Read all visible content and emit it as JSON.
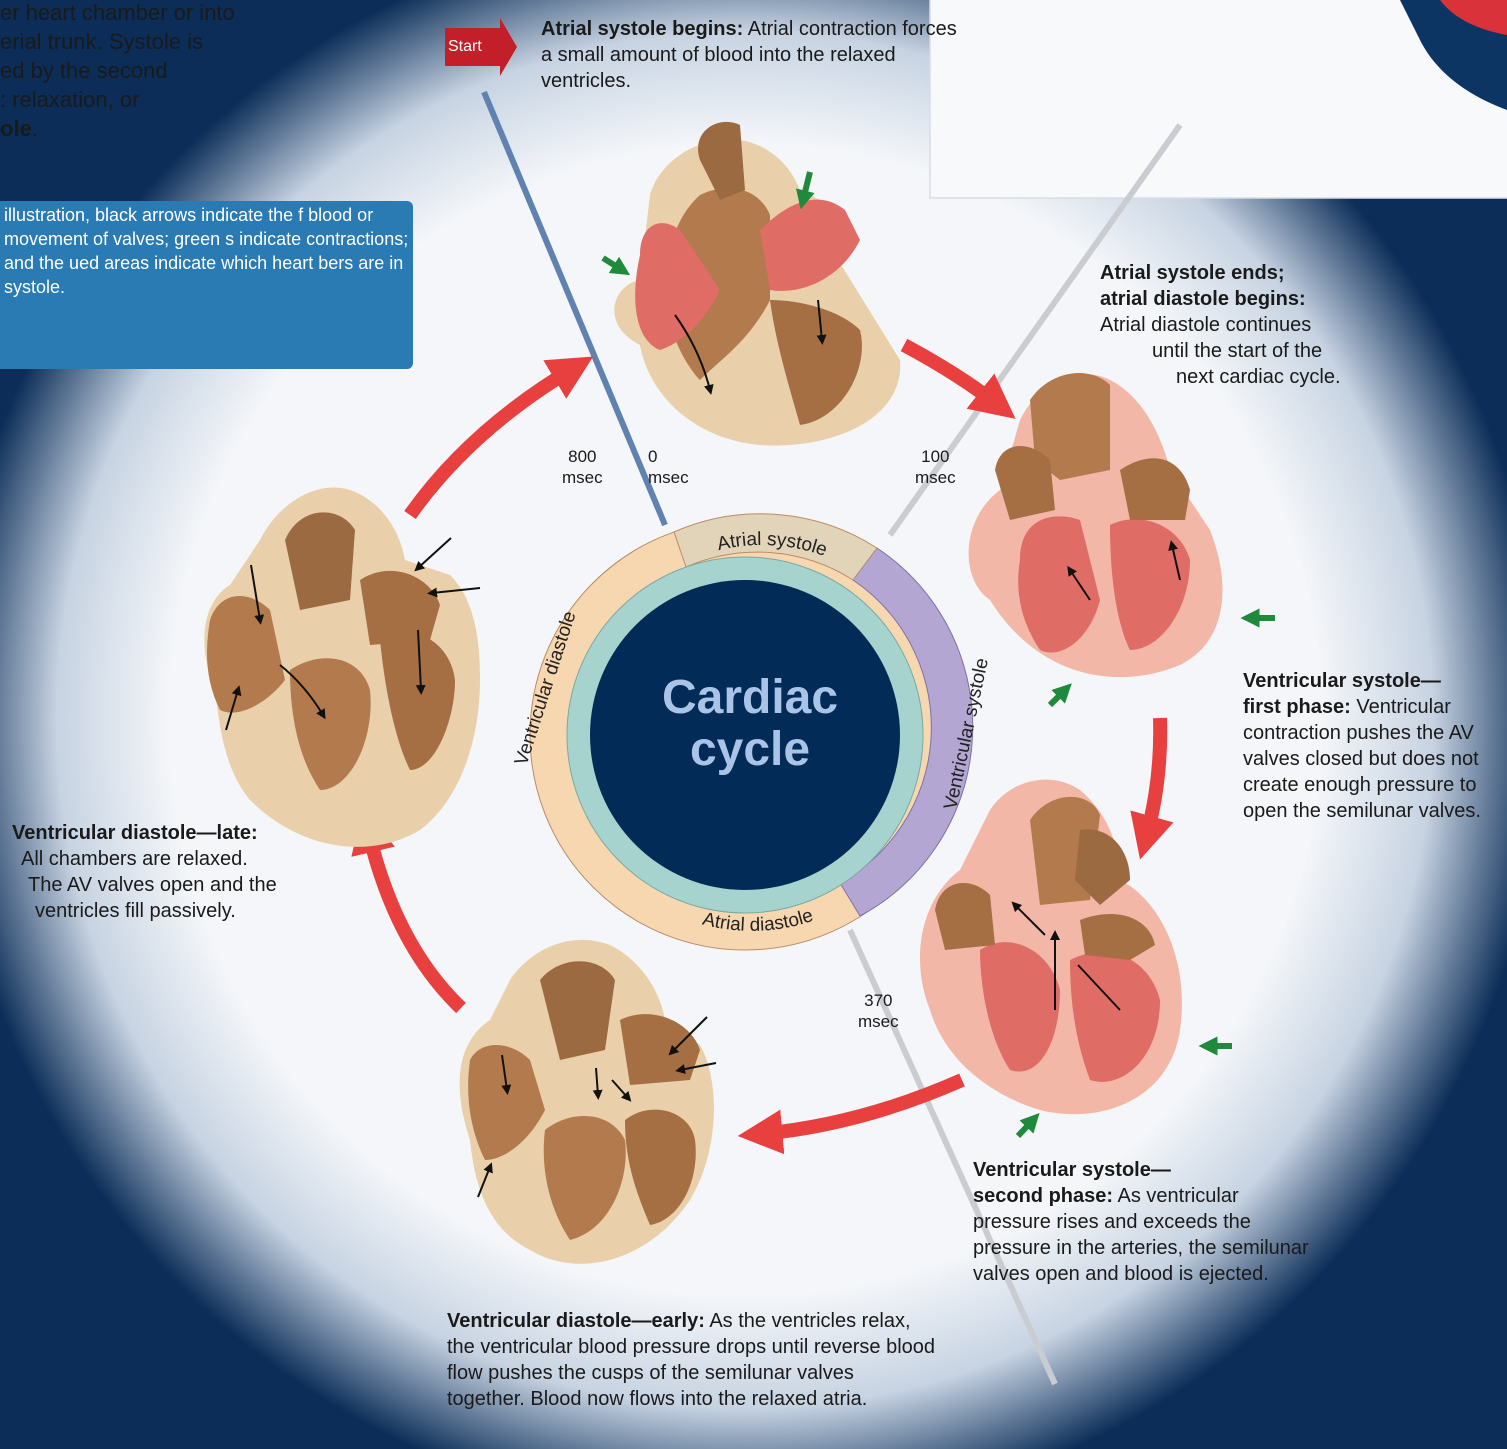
{
  "intro": {
    "line1": "er heart chamber or into",
    "line2": "erial trunk. Systole is",
    "line3": "ed by the second",
    "line4": ": relaxation, or",
    "line5_bold": "ole",
    "line5_end": "."
  },
  "legend": {
    "text": " illustration, black arrows indicate the f blood or movement of valves; green s indicate contractions; and the ued areas indicate which heart bers are in systole."
  },
  "start_label": "Start",
  "center_title": "Cardiac cycle",
  "ring_labels": {
    "atrial_systole": "Atrial systole",
    "atrial_diastole": "Atrial diastole",
    "ventricular_systole": "Ventricular systole",
    "ventricular_diastole": "Ventricular diastole"
  },
  "time_labels": {
    "t800": "800",
    "t0": "0",
    "t100": "100",
    "t370": "370",
    "unit": "msec"
  },
  "phases": {
    "atrial_systole_begins": {
      "title": "Atrial systole begins:",
      "body": " Atrial contraction forces a small amount of blood into the relaxed ventricles."
    },
    "atrial_systole_ends": {
      "title1": "Atrial systole ends;",
      "title2": "atrial diastole begins:",
      "body1": "Atrial diastole continues",
      "body2": "until the start of the",
      "body3": "next cardiac cycle."
    },
    "vent_systole_first": {
      "title1": "Ventricular systole—",
      "title2": "first phase:",
      "body": " Ventricular contraction pushes the AV valves closed but does not create enough pressure  to open the semilunar valves."
    },
    "vent_systole_second": {
      "title1": "Ventricular systole—",
      "title2": "second phase:",
      "body": " As ventricular pressure rises and exceeds the pressure in the arteries, the semilunar valves open and blood is ejected."
    },
    "vent_diastole_early": {
      "title": "Ventricular diastole—early:",
      "body": " As the ventricles relax, the ventricular blood pressure drops until reverse blood flow pushes the cusps of the semilunar valves together. Blood now flows into the relaxed atria."
    },
    "vent_diastole_late": {
      "title": "Ventricular diastole—late:",
      "body1": "All chambers are relaxed.",
      "body2": "The AV valves open and the",
      "body3": "ventricles fill passively."
    }
  },
  "colors": {
    "background": "#0b2d57",
    "disc": "#f4f6f9",
    "atrial_systole_band": "#e2d4b8",
    "ventricular_systole_band": "#b3a6d3",
    "diastole_band": "#f7d7b0",
    "inner_ring": "#a6d3cd",
    "center": "#022b57",
    "cycle_arrow": "#e8403e",
    "contraction_arrow": "#1f8a3b",
    "heart_tissue": "#b37b4d",
    "heart_systole": "#e06c66"
  }
}
